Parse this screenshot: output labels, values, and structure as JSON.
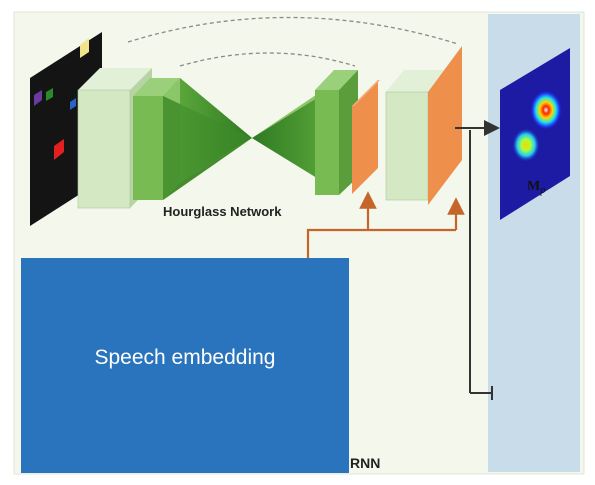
{
  "diagram": {
    "network_label": "Hourglass Network",
    "output_label_main": "M",
    "output_label_sub": "p",
    "speech_box_label": "Speech embedding",
    "rnn_label": "RNN"
  },
  "colors": {
    "background_panel": "#f3f7ec",
    "light_green": "#cfe5c0",
    "mid_green": "#72b84c",
    "dark_green": "#4e9a32",
    "orange": "#ee8f4c",
    "arrow_orange": "#c5652a",
    "output_panel": "#c9dcea",
    "speech_box": "#2a73bd"
  },
  "icons": {
    "input_image": "dark-scene-with-colored-squares",
    "heatmap": "jet-heatmap-two-blobs"
  }
}
